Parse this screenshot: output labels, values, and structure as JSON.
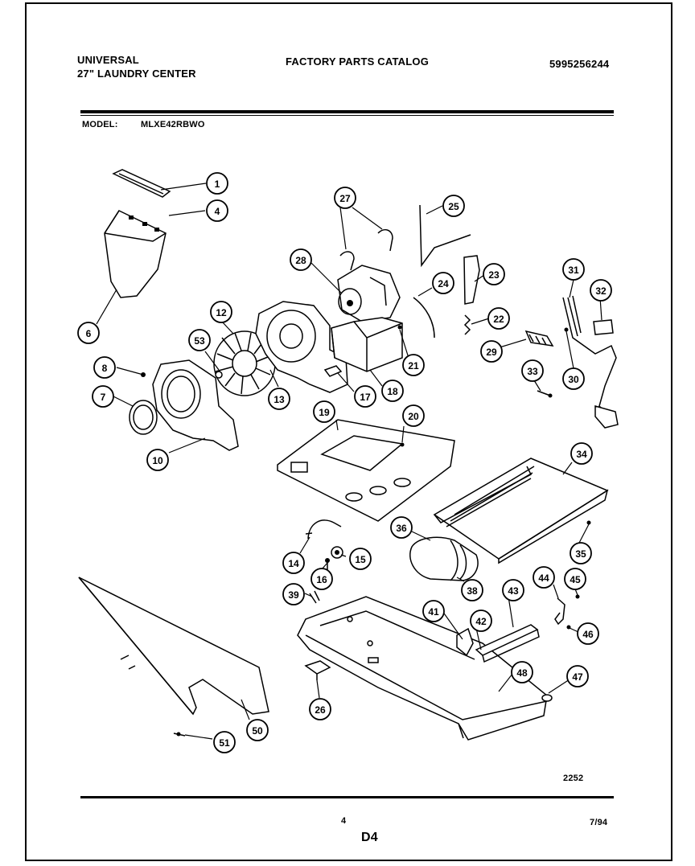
{
  "header": {
    "brand": "UNIVERSAL",
    "product": "27\" LAUNDRY CENTER",
    "catalog_title": "FACTORY PARTS CATALOG",
    "catalog_number": "5995256244",
    "model_label": "MODEL:",
    "model_number": "MLXE42RBWO"
  },
  "footer": {
    "drawing_code": "2252",
    "page_number": "4",
    "section": "D4",
    "date": "7/94"
  },
  "callouts": [
    "1",
    "4",
    "6",
    "8",
    "7",
    "10",
    "12",
    "53",
    "13",
    "17",
    "18",
    "21",
    "28",
    "27",
    "25",
    "24",
    "23",
    "22",
    "31",
    "32",
    "29",
    "30",
    "33",
    "19",
    "20",
    "34",
    "35",
    "14",
    "15",
    "16",
    "36",
    "38",
    "39",
    "41",
    "42",
    "43",
    "44",
    "45",
    "46",
    "47",
    "48",
    "26",
    "50",
    "51"
  ]
}
